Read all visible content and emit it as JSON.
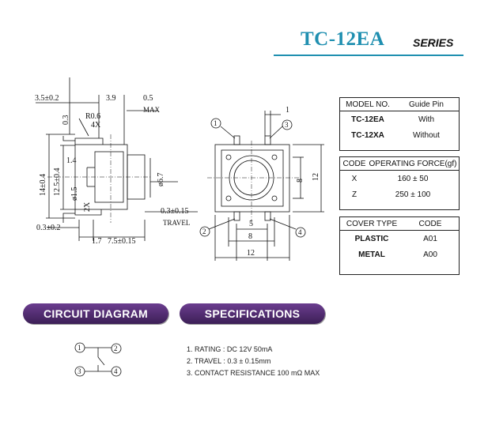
{
  "header": {
    "model": "TC-12EA",
    "series": "SERIES"
  },
  "side_view": {
    "dims": [
      "3.5±0.2",
      "3.9",
      "0.5",
      "MAX",
      "0.3",
      "R0.6",
      "4X",
      "14±0.4",
      "12.5±0.4",
      "1.4",
      "ø1.5",
      "2X",
      "ø6.7",
      "0.3±0.15",
      "TRAVEL",
      "0.3±0.2",
      "1.7",
      "7.5±0.15"
    ]
  },
  "top_view": {
    "dims": [
      "1",
      "8",
      "12",
      "5",
      "8",
      "12"
    ],
    "pins": [
      "1",
      "2",
      "3",
      "4"
    ]
  },
  "model_table": {
    "headers": [
      "MODEL NO.",
      "Guide Pin"
    ],
    "rows": [
      [
        "TC-12EA",
        "With"
      ],
      [
        "TC-12XA",
        "Without"
      ]
    ]
  },
  "force_table": {
    "headers": [
      "CODE",
      "OPERATING FORCE(gf)"
    ],
    "rows": [
      [
        "X",
        "160 ± 50"
      ],
      [
        "Z",
        "250 ± 100"
      ]
    ]
  },
  "cover_table": {
    "headers": [
      "COVER TYPE",
      "CODE"
    ],
    "rows": [
      [
        "PLASTIC",
        "A01"
      ],
      [
        "METAL",
        "A00"
      ]
    ]
  },
  "sections": {
    "circuit": "CIRCUIT DIAGRAM",
    "specs": "SPECIFICATIONS"
  },
  "circuit": {
    "pins": [
      "1",
      "2",
      "3",
      "4"
    ]
  },
  "specifications": [
    "1. RATING : DC 12V  50mA",
    "2. TRAVEL : 0.3 ± 0.15mm",
    "3. CONTACT  RESISTANCE 100 mΩ MAX"
  ]
}
